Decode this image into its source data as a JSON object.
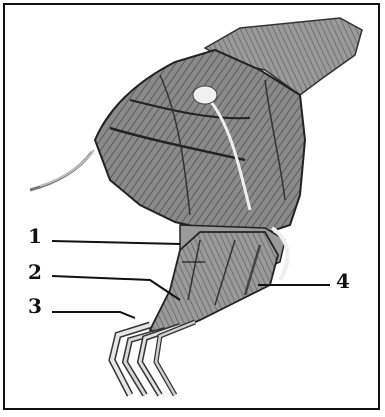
{
  "labels": {
    "one": "1",
    "two": "2",
    "three": "3",
    "four": "4"
  },
  "colors": {
    "outline": "#111111",
    "muscle_dark": "#5a5a5a",
    "muscle_mid": "#8a8a8a",
    "muscle_light": "#b5b5b5",
    "tendon": "#e6e6e6",
    "background": "#ffffff"
  }
}
